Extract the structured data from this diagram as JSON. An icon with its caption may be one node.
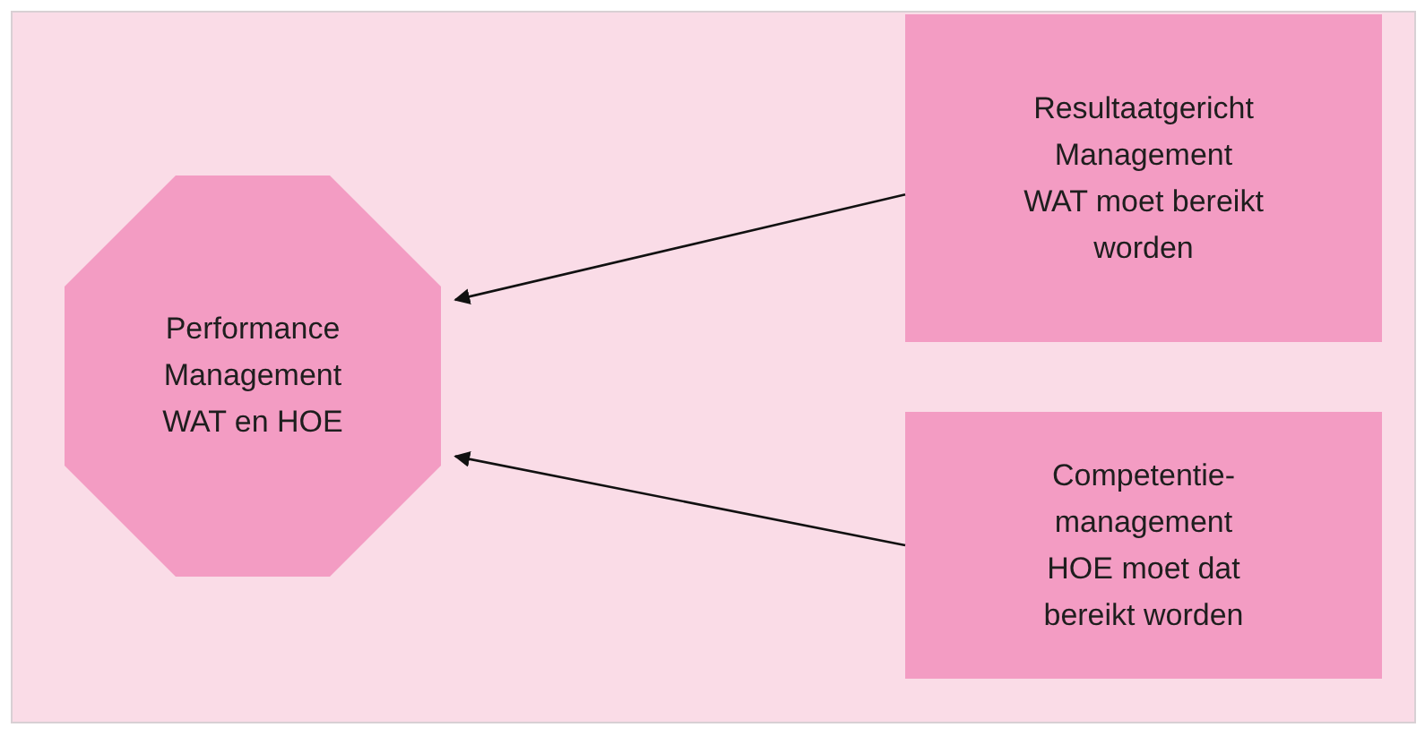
{
  "diagram": {
    "nodes": [
      {
        "text": [
          "Performance Management WAT en HOE"
        ]
      },
      {
        "text": [
          "Resultaatgericht Management WAT moet bereikt worden"
        ]
      },
      {
        "text": [
          "Competentie- management HOE moet dat bereikt worden"
        ]
      }
    ],
    "edges": [
      {
        "from": 1,
        "to": 0,
        "arrow": "to"
      },
      {
        "from": 2,
        "to": 0,
        "arrow": "to"
      }
    ]
  }
}
